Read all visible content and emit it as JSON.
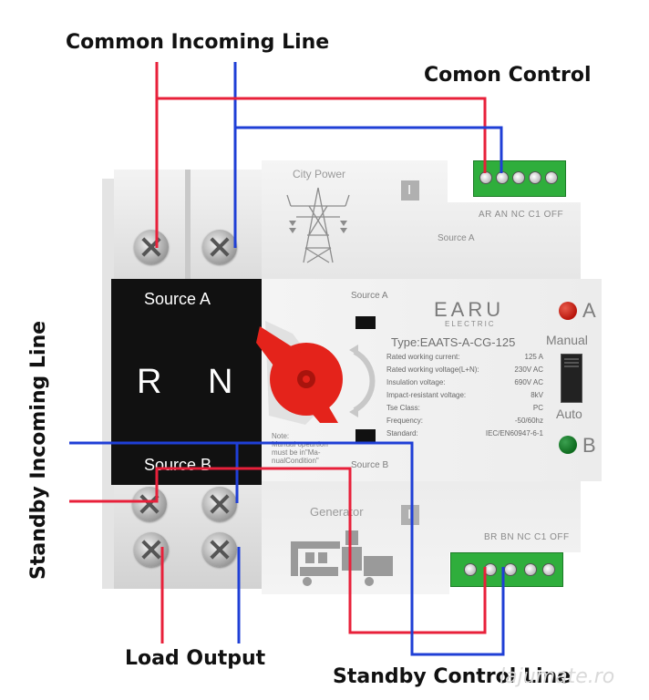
{
  "callouts": {
    "common_incoming": "Common Incoming Line",
    "common_control": "Comon Control",
    "standby_incoming": "Standby Incoming Line",
    "load_output": "Load Output",
    "standby_control": "Standby Control Line"
  },
  "device": {
    "left_panel": {
      "source_a": "Source A",
      "source_b": "Source B",
      "r": "R",
      "n": "N"
    },
    "top_module": {
      "title": "City Power",
      "roman": "I",
      "terminal_labels": "AR AN NC C1 OFF",
      "source": "Source A"
    },
    "bottom_module": {
      "title": "Generator",
      "roman": "I",
      "terminal_labels": "BR BN NC C1 OFF"
    },
    "center": {
      "source_a": "Source A",
      "source_b": "Source B",
      "brand": "EARU",
      "brand_sub": "ELECTRIC",
      "type": "Type:EAATS-A-CG-125",
      "note": "Note:\nManual opeartion\nmust be in\"Ma-\nnualCondition\"",
      "specs": [
        {
          "label": "Rated working current:",
          "value": "125  A"
        },
        {
          "label": "Rated working voltage(L+N):",
          "value": "230V AC"
        },
        {
          "label": "Insulation voltage:",
          "value": "690V AC"
        },
        {
          "label": "Impact-resistant voltage:",
          "value": "8kV"
        },
        {
          "label": "Tse Class:",
          "value": "PC"
        },
        {
          "label": "Frequency:",
          "value": "-50/60hz"
        },
        {
          "label": "Standard:",
          "value": "IEC/EN60947-6-1"
        }
      ]
    },
    "right": {
      "a": "A",
      "manual": "Manual",
      "auto": "Auto",
      "b": "B"
    }
  },
  "colors": {
    "red_wire": "#e8203a",
    "blue_wire": "#1f3fd6",
    "terminal_green": "#2fae3c",
    "lamp_red": "#b8150c",
    "lamp_green": "#0e6b1e",
    "knob_red": "#e4231b"
  },
  "watermark": "lajumate.ro"
}
